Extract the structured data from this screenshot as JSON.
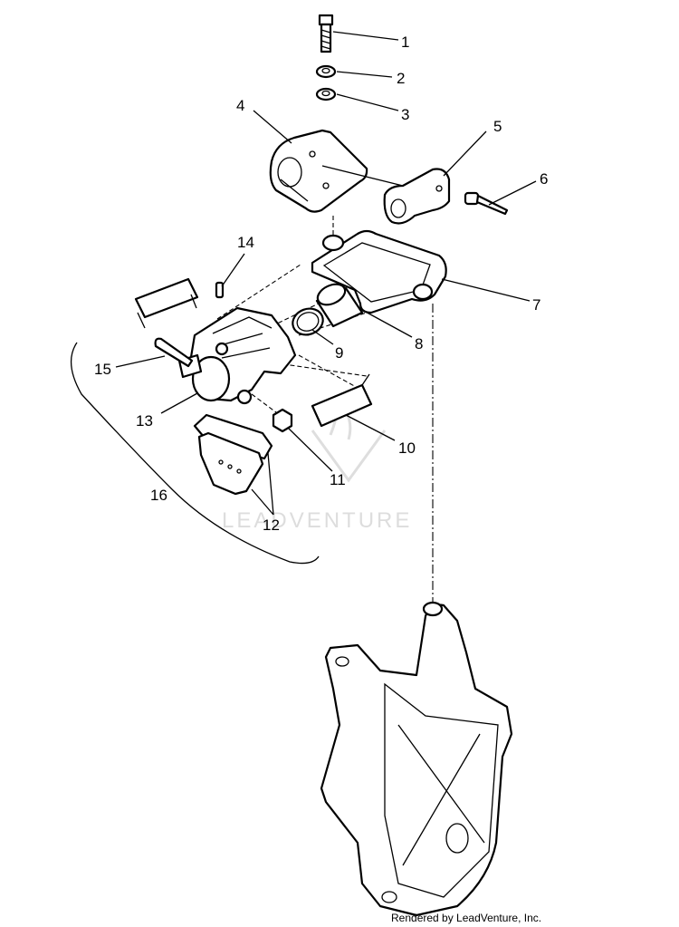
{
  "diagram": {
    "callouts": [
      "1",
      "2",
      "3",
      "4",
      "5",
      "6",
      "7",
      "8",
      "9",
      "10",
      "11",
      "12",
      "13",
      "14",
      "15",
      "16"
    ]
  },
  "watermark": {
    "text": "LEADVENTURE"
  },
  "footer": {
    "credit": "Rendered by LeadVenture, Inc."
  }
}
